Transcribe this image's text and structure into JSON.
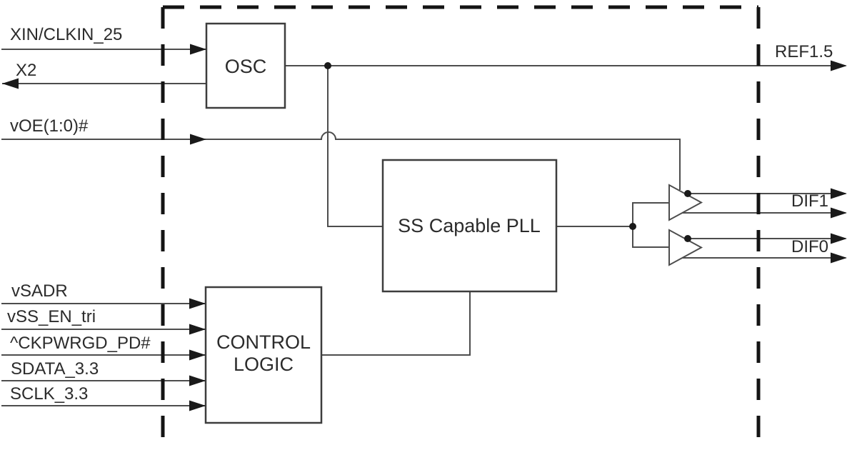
{
  "diagram": {
    "blocks": {
      "osc": {
        "label": "OSC"
      },
      "pll": {
        "label": "SS Capable PLL"
      },
      "control": {
        "line1": "CONTROL",
        "line2": "LOGIC"
      }
    },
    "inputs": {
      "xin": {
        "label": "XIN/CLKIN_25"
      },
      "x2": {
        "label": "X2"
      },
      "voe": {
        "label": "vOE(1:0)#"
      },
      "vsadr": {
        "label": "vSADR"
      },
      "vss_en": {
        "label": "vSS_EN_tri"
      },
      "ckpwrgd": {
        "label": "^CKPWRGD_PD#"
      },
      "sdata": {
        "label": "SDATA_3.3"
      },
      "sclk": {
        "label": "SCLK_3.3"
      }
    },
    "outputs": {
      "ref": {
        "label": "REF1.5"
      },
      "dif1": {
        "label": "DIF1"
      },
      "dif0": {
        "label": "DIF0"
      }
    },
    "colors": {
      "background": "#ffffff",
      "line": "#4d4d4d",
      "boundary": "#141414",
      "text": "#2b2b2b"
    }
  }
}
